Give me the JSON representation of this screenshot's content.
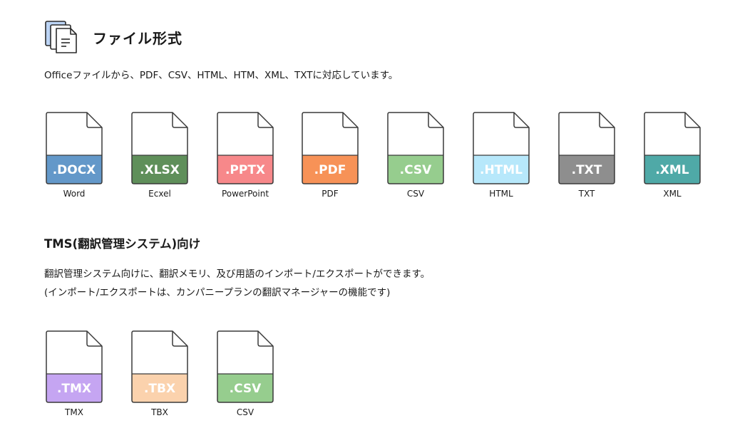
{
  "header": {
    "title": "ファイル形式",
    "icon": "documents-icon"
  },
  "formats_section": {
    "description": "Officeファイルから、PDF、CSV、HTML、HTM、XML、TXTに対応しています。",
    "files": [
      {
        "ext": ".DOCX",
        "label": "Word",
        "color": "#6398c9"
      },
      {
        "ext": ".XLSX",
        "label": "Ecxel",
        "color": "#5f8f5a"
      },
      {
        "ext": ".PPTX",
        "label": "PowerPoint",
        "color": "#f7888a"
      },
      {
        "ext": ".PDF",
        "label": "PDF",
        "color": "#f79257"
      },
      {
        "ext": ".CSV",
        "label": "CSV",
        "color": "#96cd8e"
      },
      {
        "ext": ".HTML",
        "label": "HTML",
        "color": "#b7e8fb"
      },
      {
        "ext": ".TXT",
        "label": "TXT",
        "color": "#8e8e8e"
      },
      {
        "ext": ".XML",
        "label": "XML",
        "color": "#4fa9a7"
      }
    ]
  },
  "tms_section": {
    "title": "TMS(翻訳管理システム)向け",
    "description_line1": "翻訳管理システム向けに、翻訳メモリ、及び用語のインポート/エクスポートができます。",
    "description_line2": "(インポート/エクスポートは、カンパニープランの翻訳マネージャーの機能です)",
    "files": [
      {
        "ext": ".TMX",
        "label": "TMX",
        "color": "#c5a5f2"
      },
      {
        "ext": ".TBX",
        "label": "TBX",
        "color": "#fbd2ad"
      },
      {
        "ext": ".CSV",
        "label": "CSV",
        "color": "#96cd8e"
      }
    ]
  }
}
